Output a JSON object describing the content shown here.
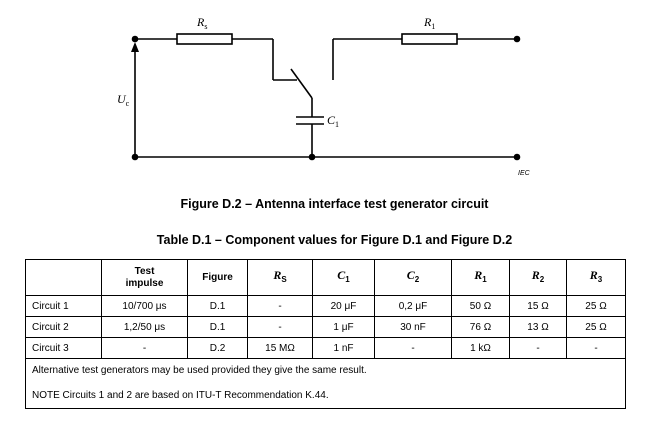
{
  "circuit": {
    "labels": {
      "rs_main": "R",
      "rs_sub": "s",
      "r1_main": "R",
      "r1_sub": "1",
      "uc_main": "U",
      "uc_sub": "c",
      "c1_main": "C",
      "c1_sub": "1",
      "iec": "IEC"
    }
  },
  "figure": {
    "caption": "Figure D.2 – Antenna interface test generator circuit"
  },
  "table": {
    "title": "Table D.1 – Component values for Figure D.1 and Figure D.2",
    "headers": {
      "col0": "",
      "test_impulse_line1": "Test",
      "test_impulse_line2": "impulse",
      "figure": "Figure",
      "rs": {
        "main": "R",
        "sub": "S"
      },
      "c1": {
        "main": "C",
        "sub": "1"
      },
      "c2": {
        "main": "C",
        "sub": "2"
      },
      "r1": {
        "main": "R",
        "sub": "1"
      },
      "r2": {
        "main": "R",
        "sub": "2"
      },
      "r3": {
        "main": "R",
        "sub": "3"
      }
    },
    "rows": [
      {
        "name": "Circuit 1",
        "impulse": "10/700 μs",
        "figure": "D.1",
        "rs": "-",
        "c1": "20 μF",
        "c2": "0,2 μF",
        "r1": "50 Ω",
        "r2": "15 Ω",
        "r3": "25 Ω"
      },
      {
        "name": "Circuit 2",
        "impulse": "1,2/50 μs",
        "figure": "D.1",
        "rs": "-",
        "c1": "1 μF",
        "c2": "30 nF",
        "r1": "76 Ω",
        "r2": "13 Ω",
        "r3": "25 Ω"
      },
      {
        "name": "Circuit 3",
        "impulse": "-",
        "figure": "D.2",
        "rs": "15 MΩ",
        "c1": "1 nF",
        "c2": "-",
        "r1": "1 kΩ",
        "r2": "-",
        "r3": "-"
      }
    ],
    "note_alternative": "Alternative test generators may be used provided they give the same result.",
    "note": "NOTE   Circuits 1 and 2 are based on ITU-T Recommendation K.44."
  }
}
